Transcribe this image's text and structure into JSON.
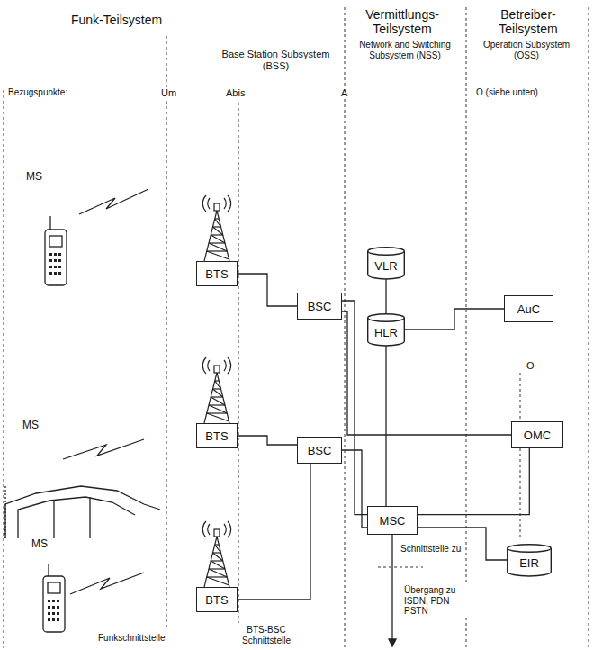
{
  "diagram": {
    "nodes": [
      {
        "text": [
          "BTS"
        ]
      },
      {
        "text": [
          "BSC"
        ]
      },
      {
        "text": [
          "BTS"
        ]
      },
      {
        "text": [
          "BSC"
        ]
      },
      {
        "text": [
          "BTS"
        ]
      },
      {
        "text": [
          "VLR"
        ]
      },
      {
        "text": [
          "HLR"
        ]
      },
      {
        "text": [
          "AuC"
        ]
      },
      {
        "text": [
          "OMC"
        ]
      },
      {
        "text": [
          "MSC"
        ]
      },
      {
        "text": [
          "EIR"
        ]
      }
    ],
    "edges": [
      {
        "from": 0,
        "to": 1,
        "arrow": "none"
      },
      {
        "from": 2,
        "to": 3,
        "arrow": "none"
      },
      {
        "from": 4,
        "to": 3,
        "arrow": "none"
      },
      {
        "from": 1,
        "to": 9,
        "arrow": "none"
      },
      {
        "from": 1,
        "to": 8,
        "arrow": "none"
      },
      {
        "from": 3,
        "to": 9,
        "arrow": "none"
      },
      {
        "from": 5,
        "to": 6,
        "arrow": "none"
      },
      {
        "from": 6,
        "to": 9,
        "arrow": "none"
      },
      {
        "from": 6,
        "to": 7,
        "arrow": "none"
      },
      {
        "from": 9,
        "to": 8,
        "arrow": "none"
      },
      {
        "from": 9,
        "to": 10,
        "arrow": "none"
      }
    ],
    "labels": [
      "Funk-Teilsystem",
      "Base Station Subsystem (BSS)",
      "Vermittlungs-Teilsystem",
      "Network and Switching Subsystem (NSS)",
      "Betreiber-Teilsystem",
      "Operation Subsystem (OSS)",
      "Bezugspunkte:",
      "Um",
      "Abis",
      "A",
      "O (siehe unten)",
      "MS",
      "MS",
      "MS",
      "O",
      "Schnittstelle zu",
      "Übergang zu ISDN, PDN PSTN",
      "Funkschnittstelle",
      "BTS-BSC Schnittstelle"
    ]
  }
}
